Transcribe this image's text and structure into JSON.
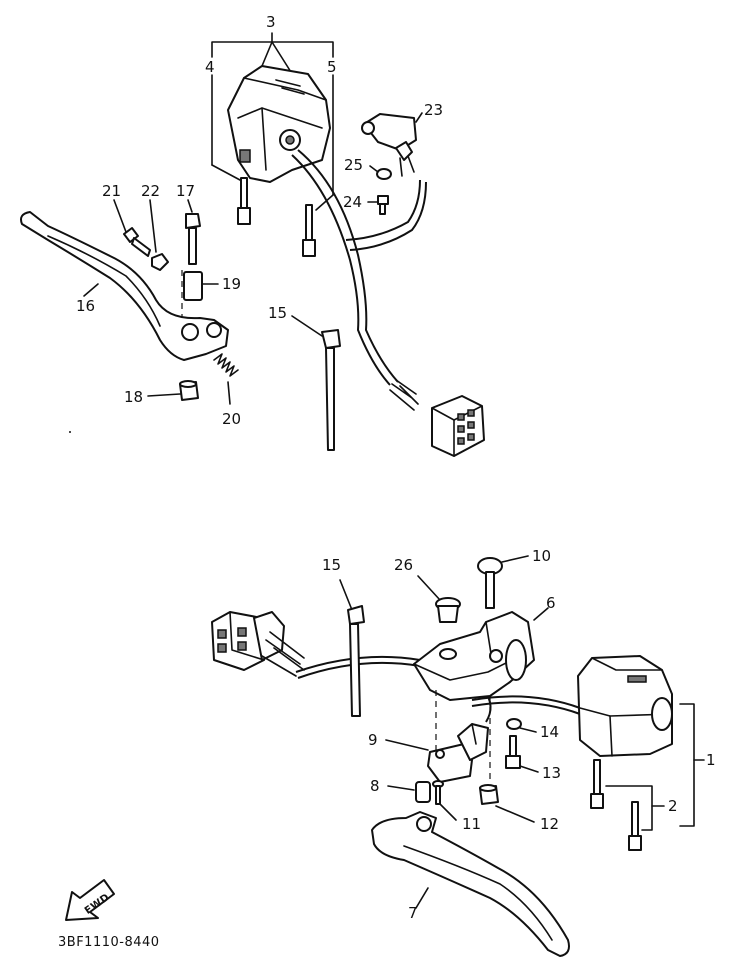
{
  "diagram": {
    "labels_top": {
      "l3": "3",
      "l4": "4",
      "l5": "5",
      "l23": "23",
      "l25": "25",
      "l24": "24",
      "l21": "21",
      "l22": "22",
      "l17": "17",
      "l19": "19",
      "l16": "16",
      "l15": "15",
      "l18": "18",
      "l20": "20"
    },
    "labels_bottom": {
      "l15": "15",
      "l26": "26",
      "l10": "10",
      "l6": "6",
      "l9": "9",
      "l14": "14",
      "l13": "13",
      "l1": "1",
      "l8": "8",
      "l11": "11",
      "l12": "12",
      "l2": "2",
      "l7": "7"
    },
    "fwd_label": "FWD",
    "drawing_code": "3BF1110-8440"
  }
}
